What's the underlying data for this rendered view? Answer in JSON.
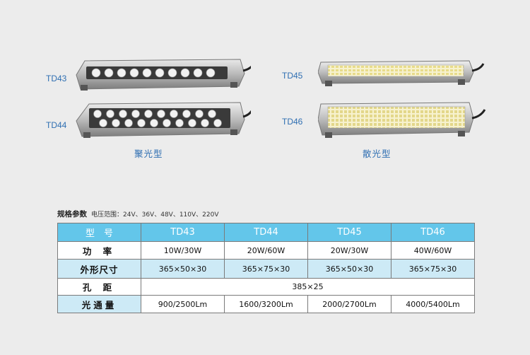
{
  "products": {
    "td43": "TD43",
    "td44": "TD44",
    "td45": "TD45",
    "td46": "TD46"
  },
  "categories": {
    "spot": "聚光型",
    "flood": "散光型"
  },
  "spec": {
    "title": "规格参数",
    "subtitle": "电压范围：24V、36V、48V、110V、220V",
    "header": [
      "型　号",
      "TD43",
      "TD44",
      "TD45",
      "TD46"
    ],
    "rows": [
      {
        "label": "功 率",
        "values": [
          "10W/30W",
          "20W/60W",
          "20W/30W",
          "40W/60W"
        ]
      },
      {
        "label": "外形尺寸",
        "values": [
          "365×50×30",
          "365×75×30",
          "365×50×30",
          "365×75×30"
        ]
      },
      {
        "label": "孔 距",
        "values": [
          "385×25"
        ]
      },
      {
        "label": "光通量",
        "values": [
          "900/2500Lm",
          "1600/3200Lm",
          "2000/2700Lm",
          "4000/5400Lm"
        ]
      }
    ]
  },
  "colors": {
    "label_blue": "#2f6fb2",
    "header_blue": "#63c6ea",
    "row_blue": "#cdeaf6",
    "background": "#ececec"
  }
}
